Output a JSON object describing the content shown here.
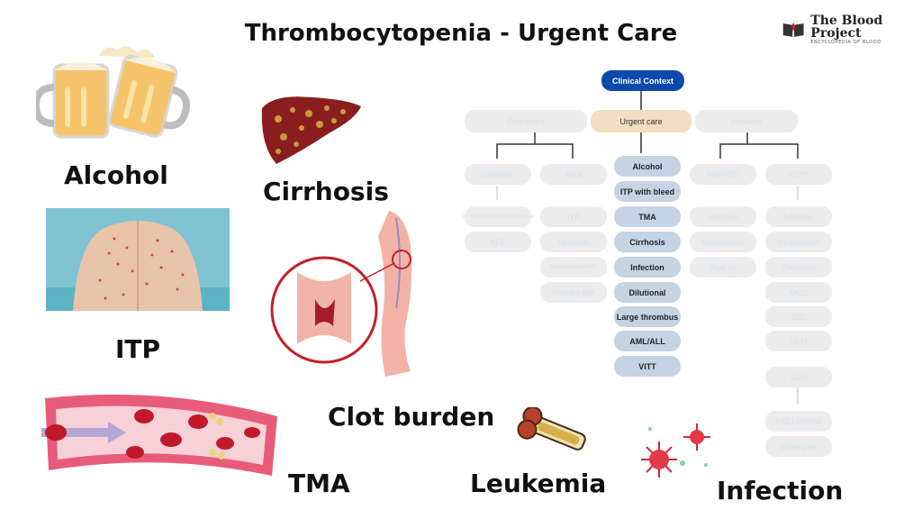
{
  "title": "Thrombocytopenia - Urgent Care",
  "logo": {
    "name": "The Blood Project",
    "tagline": "ENCYCLOPEDIA OF BLOOD"
  },
  "labels": {
    "alcohol": "Alcohol",
    "cirrhosis": "Cirrhosis",
    "itp": "ITP",
    "clot": "Clot burden",
    "tma": "TMA",
    "leukemia": "Leukemia",
    "infection": "Infection"
  },
  "flowchart": {
    "root": "Clinical Context",
    "branches": {
      "outpatient": "Outpatient",
      "urgent": "Urgent care",
      "inpatient": "Inpatient"
    },
    "outpatient_children": {
      "left": "Obstetric",
      "right": "Adult"
    },
    "obstetric_items": [
      "Gestational thrombocytopenia",
      "AFE"
    ],
    "adult_items": [
      "ITP",
      "Cirrhosis",
      "Medications/HIV",
      "Primary BM"
    ],
    "urgent_items": [
      "Alcohol",
      "ITP with bleed",
      "TMA",
      "Cirrhosis",
      "Infection",
      "Dilutional",
      "Large thrombus",
      "AML/ALL",
      "VITT"
    ],
    "inpatient_children": {
      "left": "Non-ICU",
      "right": "ICU**"
    },
    "nonicu_items": [
      "Infection",
      "Medications",
      "Post op"
    ],
    "icu_items": [
      "Infection",
      "Medications",
      "Dilutional",
      "MCS",
      "DIC",
      "HLH"
    ],
    "ld": "L&D",
    "ld_items": [
      "HELLP/TMA",
      "Eclampsia"
    ]
  }
}
